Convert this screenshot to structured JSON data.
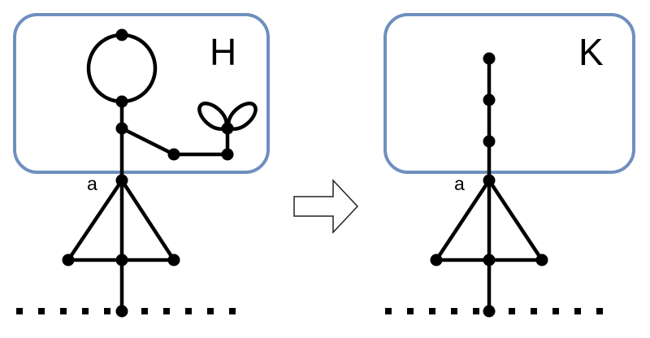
{
  "left_graph": {
    "box_label": "H",
    "vertex_label": "a"
  },
  "right_graph": {
    "box_label": "K",
    "vertex_label": "a"
  },
  "transform_arrow": {
    "icon": "right-arrow-icon"
  },
  "colors": {
    "box_stroke": "#6f8fbf",
    "graph": "#000000"
  }
}
